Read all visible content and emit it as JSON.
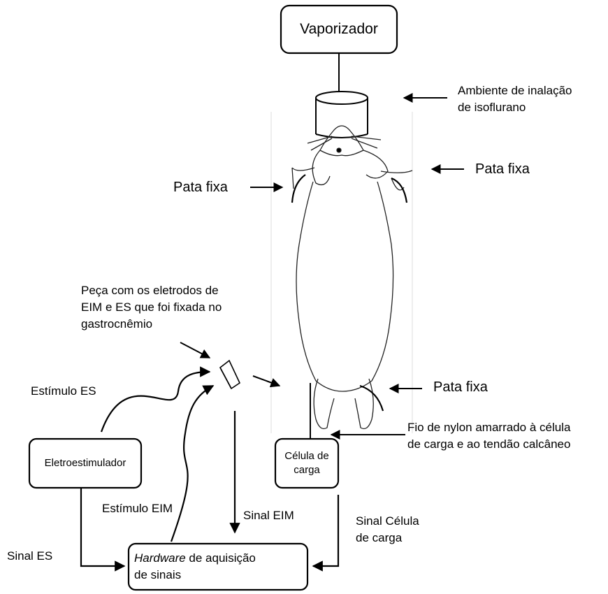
{
  "boxes": {
    "vaporizer": "Vaporizador",
    "stimulator": "Eletroestimulador",
    "load_cell_line1": "Célula de",
    "load_cell_line2": "carga",
    "hardware_italic": "Hardware",
    "hardware_rest": " de aquisição",
    "hardware_line2": "de sinais"
  },
  "labels": {
    "inhalation_line1": "Ambiente de inalação",
    "inhalation_line2": "de isoflurano",
    "paw_fixed": "Pata fixa",
    "electrode_piece_line1": "Peça com os eletrodos de",
    "electrode_piece_line2": "EIM e ES que foi fixada no",
    "electrode_piece_line3": "gastrocnêmio",
    "stim_es": "Estímulo ES",
    "stim_eim": "Estímulo EIM",
    "signal_eim": "Sinal EIM",
    "signal_es": "Sinal ES",
    "signal_load_line1": "Sinal Célula",
    "signal_load_line2": "de carga",
    "nylon_line1": "Fio de nylon amarrado à célula",
    "nylon_line2": "de carga e ao tendão calcâneo"
  }
}
